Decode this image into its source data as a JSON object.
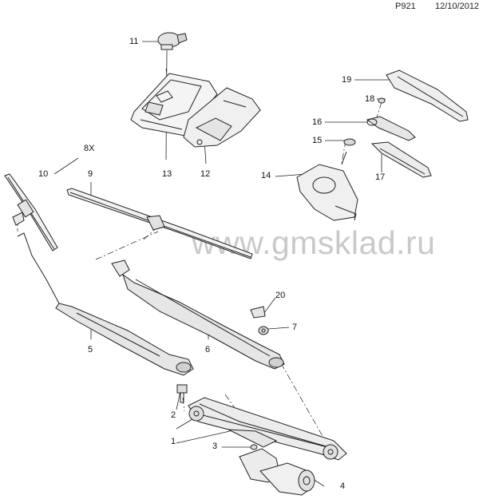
{
  "header": {
    "page_code": "P921",
    "date": "12/10/2012"
  },
  "watermark": "www.gmsklad.ru",
  "callouts": {
    "c1": "1",
    "c2": "2",
    "c3": "3",
    "c4": "4",
    "c5": "5",
    "c6": "6",
    "c7": "7",
    "c8x": "8X",
    "c9": "9",
    "c10": "10",
    "c11": "11",
    "c12": "12",
    "c13": "13",
    "c14": "14",
    "c15": "15",
    "c16": "16",
    "c17": "17",
    "c18": "18",
    "c19": "19",
    "c20": "20"
  }
}
